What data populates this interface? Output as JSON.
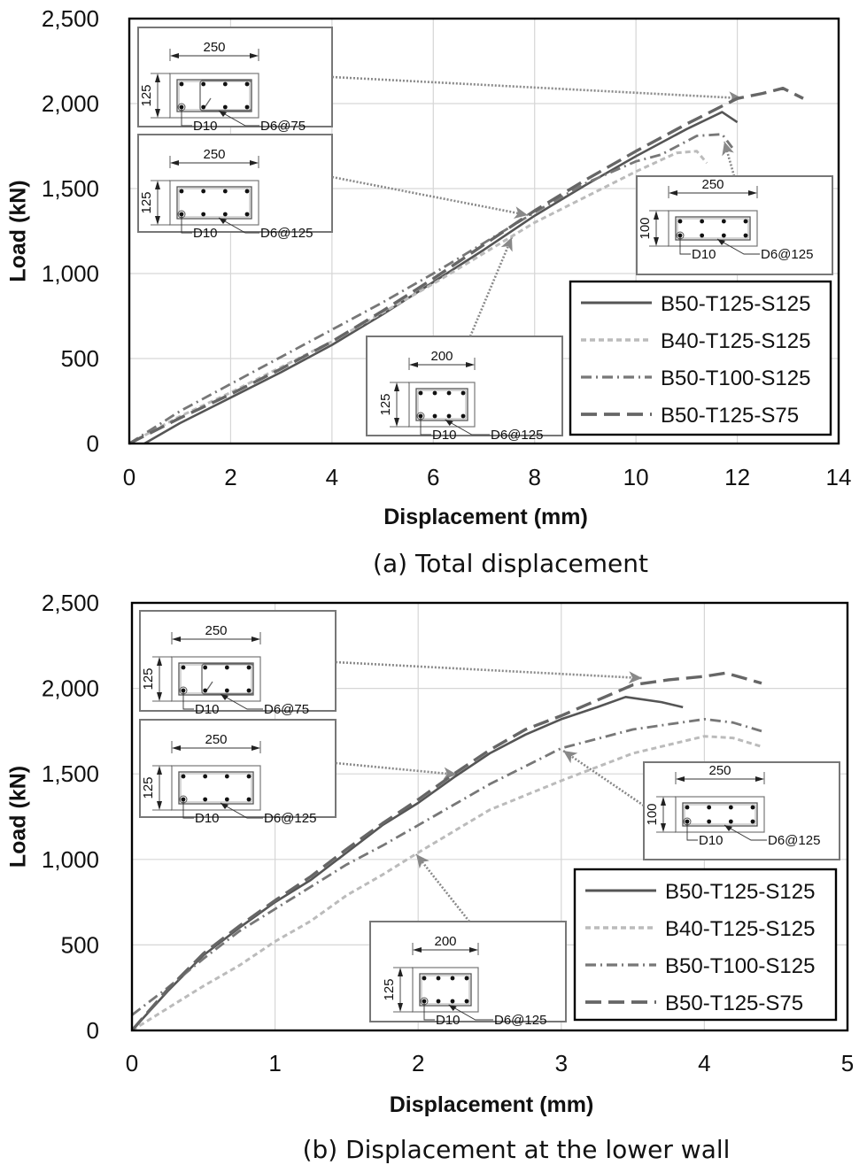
{
  "chart_data": [
    {
      "id": "a",
      "type": "line",
      "title": "",
      "caption": "(a) Total displacement",
      "xlabel": "Displacement (mm)",
      "ylabel": "Load (kN)",
      "xlim": [
        0,
        14
      ],
      "ylim": [
        0,
        2500
      ],
      "xticks": [
        "0",
        "2",
        "4",
        "6",
        "8",
        "10",
        "12",
        "14"
      ],
      "yticks": [
        "0",
        "500",
        "1,000",
        "1,500",
        "2,000",
        "2,500"
      ],
      "grid": true,
      "legend_position": "lower right",
      "series": [
        {
          "name": "B50-T125-S125",
          "style": "solid",
          "color": "#555555",
          "x": [
            0.3,
            1,
            2,
            3,
            4,
            5,
            6,
            7,
            8,
            9,
            10,
            11,
            11.7,
            12.0
          ],
          "y": [
            0,
            120,
            270,
            420,
            580,
            760,
            950,
            1140,
            1340,
            1520,
            1690,
            1850,
            1950,
            1890
          ]
        },
        {
          "name": "B40-T125-S125",
          "style": "dashed",
          "color": "#bbbbbb",
          "x": [
            0,
            1,
            2,
            3,
            4,
            5,
            6,
            7,
            8,
            9,
            10,
            10.8,
            11.2,
            11.4
          ],
          "y": [
            0,
            160,
            300,
            450,
            600,
            770,
            940,
            1120,
            1300,
            1450,
            1600,
            1710,
            1720,
            1650
          ]
        },
        {
          "name": "B50-T100-S125",
          "style": "dash-dot",
          "color": "#777777",
          "x": [
            0,
            1,
            2,
            3,
            4,
            5,
            6,
            7,
            8,
            9,
            10,
            10.5,
            11.2,
            11.7,
            11.9
          ],
          "y": [
            0,
            190,
            350,
            510,
            670,
            830,
            1000,
            1180,
            1360,
            1530,
            1660,
            1700,
            1810,
            1820,
            1740
          ]
        },
        {
          "name": "B50-T125-S75",
          "style": "long-dash",
          "color": "#666666",
          "x": [
            0,
            1,
            2,
            3,
            4,
            5,
            6,
            7,
            8,
            9,
            10,
            11,
            12,
            12.5,
            12.9,
            13.3
          ],
          "y": [
            0,
            150,
            290,
            440,
            600,
            780,
            970,
            1170,
            1370,
            1550,
            1720,
            1880,
            2030,
            2060,
            2090,
            2030
          ]
        }
      ],
      "annotations": [
        {
          "section": "250 x 125",
          "width": "250",
          "height": "125",
          "bar": "D10",
          "stirrup": "D6@75",
          "points_to": "B50-T125-S75"
        },
        {
          "section": "250 x 125",
          "width": "250",
          "height": "125",
          "bar": "D10",
          "stirrup": "D6@125",
          "points_to": "B50-T125-S125"
        },
        {
          "section": "250 x 100",
          "width": "250",
          "height": "100",
          "bar": "D10",
          "stirrup": "D6@125",
          "points_to": "B50-T100-S125"
        },
        {
          "section": "200 x 125",
          "width": "200",
          "height": "125",
          "bar": "D10",
          "stirrup": "D6@125",
          "points_to": "B40-T125-S125"
        }
      ]
    },
    {
      "id": "b",
      "type": "line",
      "title": "",
      "caption": "(b) Displacement at the lower wall",
      "xlabel": "Displacement (mm)",
      "ylabel": "Load (kN)",
      "xlim": [
        0,
        5
      ],
      "ylim": [
        0,
        2500
      ],
      "xticks": [
        "0",
        "1",
        "2",
        "3",
        "4",
        "5"
      ],
      "yticks": [
        "0",
        "500",
        "1,000",
        "1,500",
        "2,000",
        "2,500"
      ],
      "grid": true,
      "legend_position": "lower right",
      "series": [
        {
          "name": "B50-T125-S125",
          "style": "solid",
          "color": "#555555",
          "x": [
            0,
            0.25,
            0.5,
            0.75,
            1.0,
            1.25,
            1.5,
            1.75,
            2.0,
            2.25,
            2.5,
            2.75,
            3.0,
            3.25,
            3.45,
            3.7,
            3.85
          ],
          "y": [
            0,
            230,
            440,
            600,
            750,
            880,
            1040,
            1200,
            1330,
            1480,
            1620,
            1730,
            1820,
            1890,
            1950,
            1920,
            1890
          ]
        },
        {
          "name": "B40-T125-S125",
          "style": "dashed",
          "color": "#bbbbbb",
          "x": [
            0,
            0.25,
            0.5,
            0.75,
            1.0,
            1.25,
            1.5,
            1.75,
            2.0,
            2.5,
            3.0,
            3.5,
            4.0,
            4.2,
            4.4
          ],
          "y": [
            0,
            130,
            260,
            380,
            520,
            640,
            790,
            910,
            1040,
            1290,
            1460,
            1620,
            1720,
            1710,
            1660
          ]
        },
        {
          "name": "B50-T100-S125",
          "style": "dash-dot",
          "color": "#777777",
          "x": [
            0,
            0.25,
            0.5,
            0.75,
            1.0,
            1.25,
            1.5,
            1.75,
            2.0,
            2.5,
            3.0,
            3.5,
            4.0,
            4.2,
            4.4
          ],
          "y": [
            90,
            250,
            420,
            580,
            710,
            840,
            970,
            1080,
            1200,
            1440,
            1650,
            1760,
            1820,
            1800,
            1750
          ]
        },
        {
          "name": "B50-T125-S75",
          "style": "long-dash",
          "color": "#666666",
          "x": [
            0,
            0.25,
            0.5,
            0.75,
            1.0,
            1.25,
            1.5,
            1.75,
            2.0,
            2.25,
            2.5,
            2.75,
            3.0,
            3.25,
            3.5,
            3.75,
            4.0,
            4.15,
            4.4
          ],
          "y": [
            0,
            240,
            450,
            610,
            760,
            900,
            1060,
            1210,
            1350,
            1500,
            1640,
            1760,
            1840,
            1930,
            2020,
            2050,
            2070,
            2090,
            2030
          ]
        }
      ],
      "annotations": [
        {
          "section": "250 x 125",
          "width": "250",
          "height": "125",
          "bar": "D10",
          "stirrup": "D6@75",
          "points_to": "B50-T125-S75"
        },
        {
          "section": "250 x 125",
          "width": "250",
          "height": "125",
          "bar": "D10",
          "stirrup": "D6@125",
          "points_to": "B50-T125-S125"
        },
        {
          "section": "250 x 100",
          "width": "250",
          "height": "100",
          "bar": "D10",
          "stirrup": "D6@125",
          "points_to": "B50-T100-S125"
        },
        {
          "section": "200 x 125",
          "width": "200",
          "height": "125",
          "bar": "D10",
          "stirrup": "D6@125",
          "points_to": "B40-T125-S125"
        }
      ]
    }
  ]
}
